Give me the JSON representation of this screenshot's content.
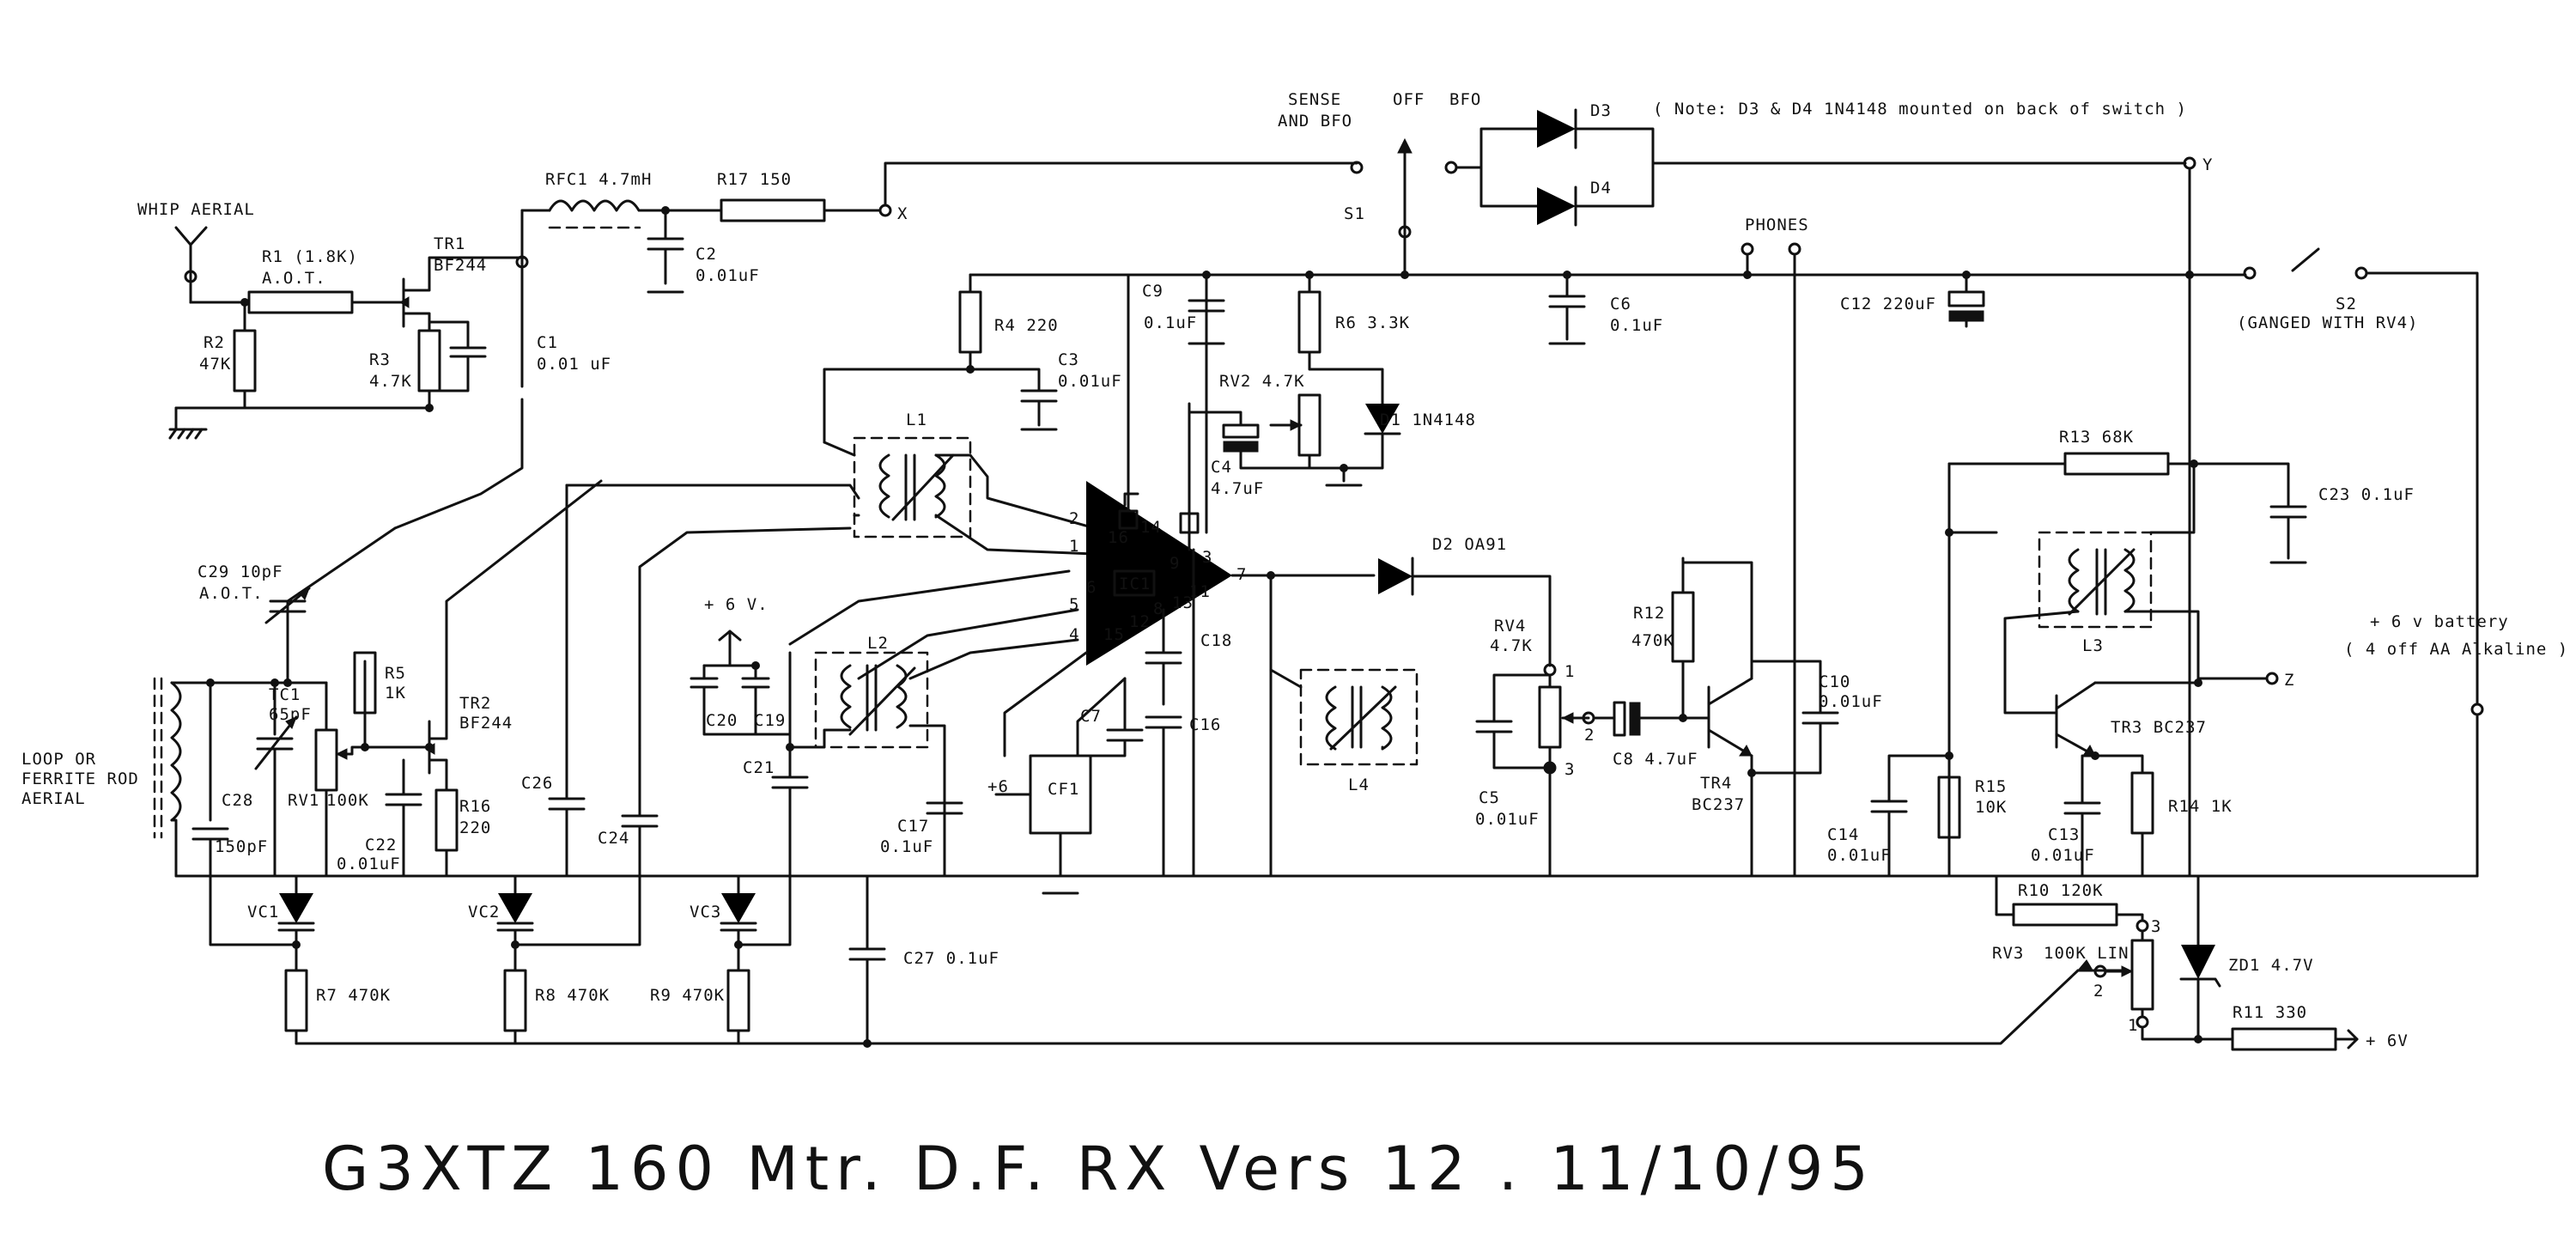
{
  "title": "G3XTZ 160 Mtr. D.F. RX Vers 12 . 11/10/95",
  "note": "( Note: D3 & D4 1N4148 mounted on back of switch )",
  "labels": {
    "whip_aerial": "WHIP AERIAL",
    "loop_1": "LOOP OR",
    "loop_2": "FERRITE ROD",
    "loop_3": "AERIAL",
    "sense_1": "SENSE",
    "sense_2": "AND BFO",
    "off": "OFF",
    "bfo": "BFO",
    "s1": "S1",
    "phones": "PHONES",
    "s2": "S2",
    "s2_note": "(GANGED WITH RV4)",
    "battery_1": "+ 6 v battery",
    "battery_2": "( 4 off AA Alkaline )",
    "plus6v": "+ 6 V.",
    "plus6": "+6",
    "plus6v_out": "+ 6V",
    "node_x": "X",
    "node_y": "Y",
    "node_z": "Z"
  },
  "components": {
    "r1": "R1 (1.8K)",
    "r1_note": "A.O.T.",
    "r2": "R2",
    "r2_val": "47K",
    "r3": "R3",
    "r3_val": "4.7K",
    "tr1": "TR1",
    "tr1_val": "BF244",
    "rfc1": "RFC1 4.7mH",
    "r17": "R17 150",
    "c2": "C2",
    "c2_val": "0.01uF",
    "c1": "C1",
    "c1_val": "0.01 uF",
    "r4": "R4 220",
    "c3": "C3",
    "c3_val": "0.01uF",
    "c9": "C9",
    "c9_val": "0.1uF",
    "r6": "R6 3.3K",
    "c6": "C6",
    "c6_val": "0.1uF",
    "c12": "C12 220uF",
    "rv2": "RV2 4.7K",
    "d1": "D1 1N4148",
    "c4": "C4",
    "c4_val": "4.7uF",
    "l1": "L1",
    "l2": "L2",
    "l3": "L3",
    "l4": "L4",
    "ic1": "IC1",
    "pin1": "1",
    "pin2": "2",
    "pin3": "3",
    "pin4": "4",
    "pin5": "5",
    "pin6": "6",
    "pin7": "7",
    "pin8": "8",
    "pin9": "9",
    "pin11": "11",
    "pin12": "12",
    "pin13": "13",
    "pin14": "14",
    "pin15": "15",
    "pin16": "16",
    "d2": "D2 OA91",
    "rv4": "RV4",
    "rv4_val": "4.7K",
    "rv4_p1": "1",
    "rv4_p2": "2",
    "rv4_p3": "3",
    "c5": "C5",
    "c5_val": "0.01uF",
    "c8": "C8 4.7uF",
    "r12": "R12",
    "r12_val": "470K",
    "tr4": "TR4",
    "tr4_val": "BC237",
    "c10": "C10",
    "c10_val": "0.01uF",
    "r13": "R13 68K",
    "c23": "C23 0.1uF",
    "tr3": "TR3 BC237",
    "r15": "R15",
    "r15_val": "10K",
    "r14": "R14 1K",
    "c13": "C13",
    "c13_val": "0.01uF",
    "c14": "C14",
    "c14_val": "0.01uF",
    "c29": "C29 10pF",
    "c29_note": "A.O.T.",
    "tc1": "TC1",
    "tc1_val": "65pF",
    "c28": "C28",
    "c28_val": "150pF",
    "rv1": "RV1",
    "rv1_val": "100K",
    "r5": "R5",
    "r5_val": "1K",
    "tr2": "TR2",
    "tr2_val": "BF244",
    "r16": "R16",
    "r16_val": "220",
    "c22": "C22",
    "c22_val": "0.01uF",
    "c26": "C26",
    "c24": "C24",
    "c20": "C20",
    "c19": "C19",
    "c21": "C21",
    "c17": "C17",
    "c17_val": "0.1uF",
    "c7": "C7",
    "c18": "C18",
    "c16": "C16",
    "cf1": "CF1",
    "vc1": "VC1",
    "vc2": "VC2",
    "vc3": "VC3",
    "r7": "R7 470K",
    "r8": "R8 470K",
    "r9": "R9 470K",
    "c27": "C27 0.1uF",
    "r10": "R10 120K",
    "rv3": "RV3",
    "rv3_val": "100K LIN",
    "rv3_p1": "1",
    "rv3_p2": "2",
    "rv3_p3": "3",
    "zd1": "ZD1 4.7V",
    "r11": "R11 330",
    "d3": "D3",
    "d4": "D4"
  }
}
